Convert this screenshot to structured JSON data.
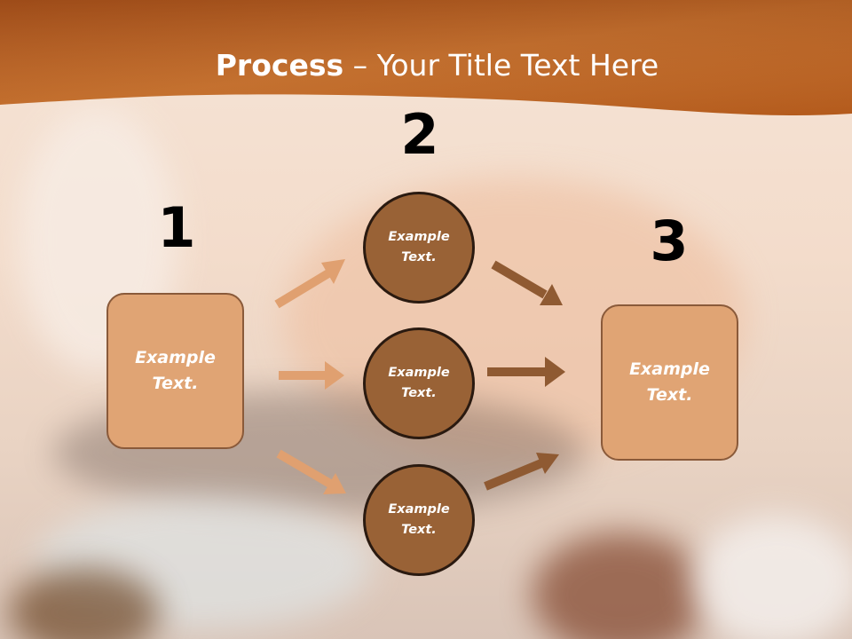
{
  "title": {
    "bold": "Process",
    "rest": " – Your Title Text Here"
  },
  "steps": {
    "one": "1",
    "two": "2",
    "three": "3"
  },
  "left_box": {
    "line1": "Example",
    "line2": "Text."
  },
  "right_box": {
    "line1": "Example",
    "line2": "Text."
  },
  "circles": [
    {
      "line1": "Example",
      "line2": "Text."
    },
    {
      "line1": "Example",
      "line2": "Text."
    },
    {
      "line1": "Example",
      "line2": "Text."
    }
  ],
  "colors": {
    "header": "#c06a2a",
    "box_fill": "#e0a474",
    "circle_fill": "#996236",
    "arrow_light": "#e0a070",
    "arrow_dark": "#8f5a32"
  }
}
